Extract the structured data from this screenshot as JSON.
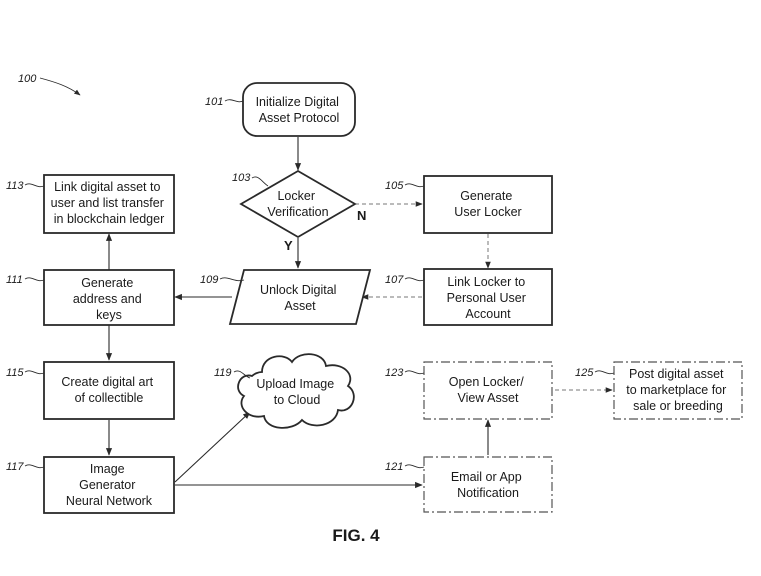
{
  "diagram_ref": "100",
  "figure_label": "FIG. 4",
  "nodes": {
    "n101": {
      "ref": "101",
      "lines": [
        "Initialize Digital",
        "Asset Protocol"
      ]
    },
    "n103": {
      "ref": "103",
      "lines": [
        "Locker",
        "Verification"
      ]
    },
    "n105": {
      "ref": "105",
      "lines": [
        "Generate",
        "User Locker"
      ]
    },
    "n107": {
      "ref": "107",
      "lines": [
        "Link Locker to",
        "Personal User",
        "Account"
      ]
    },
    "n109": {
      "ref": "109",
      "lines": [
        "Unlock Digital",
        "Asset"
      ]
    },
    "n111": {
      "ref": "111",
      "lines": [
        "Generate",
        "address and",
        "keys"
      ]
    },
    "n113": {
      "ref": "113",
      "lines": [
        "Link digital asset to",
        "user and list transfer",
        "in blockchain ledger"
      ]
    },
    "n115": {
      "ref": "115",
      "lines": [
        "Create digital art",
        "of collectible"
      ]
    },
    "n117": {
      "ref": "117",
      "lines": [
        "Image",
        "Generator",
        "Neural Network"
      ]
    },
    "n119": {
      "ref": "119",
      "lines": [
        "Upload Image",
        "to Cloud"
      ]
    },
    "n121": {
      "ref": "121",
      "lines": [
        "Email or App",
        "Notification"
      ]
    },
    "n123": {
      "ref": "123",
      "lines": [
        "Open Locker/",
        "View Asset"
      ]
    },
    "n125": {
      "ref": "125",
      "lines": [
        "Post digital asset",
        "to marketplace for",
        "sale or breeding"
      ]
    }
  },
  "branch_labels": {
    "yes": "Y",
    "no": "N"
  }
}
